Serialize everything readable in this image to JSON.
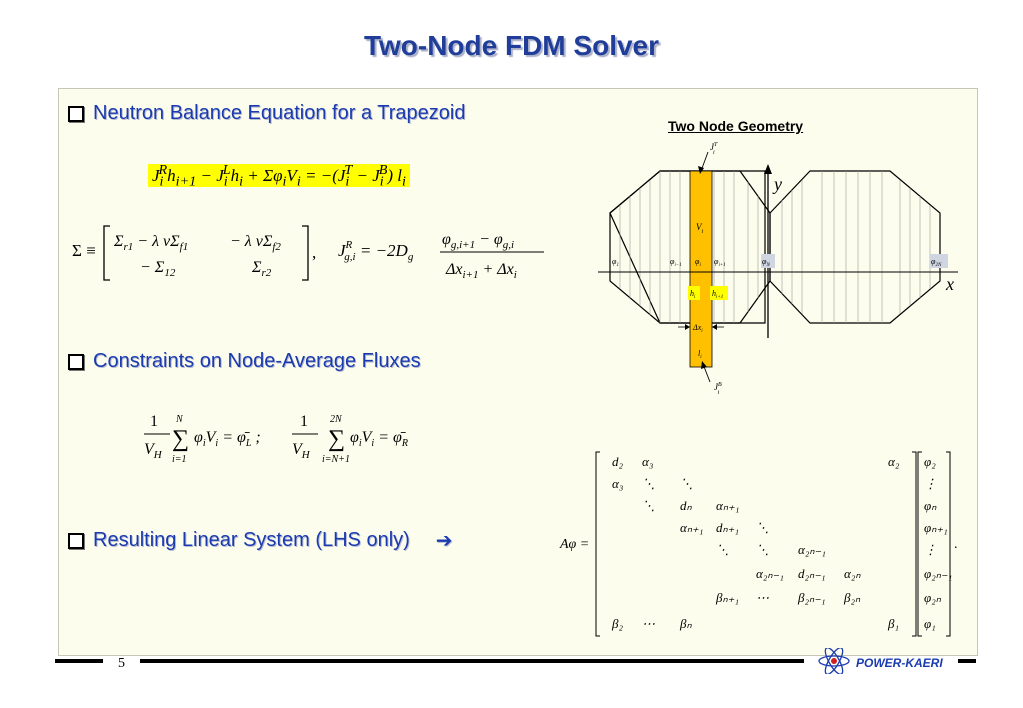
{
  "title": "Two-Node FDM Solver",
  "bullets": [
    {
      "text": "Neutron Balance Equation for a Trapezoid"
    },
    {
      "text": "Constraints on Node-Average Fluxes"
    },
    {
      "text": "Resulting Linear System (LHS only)",
      "trailing_icon": "right-arrow-icon"
    }
  ],
  "geometry": {
    "title": "Two Node Geometry",
    "axis_y": "y",
    "axis_x": "x",
    "labels": {
      "JT": "J",
      "JT_sup": "T",
      "JT_sub": "i",
      "JB": "J",
      "JB_sup": "B",
      "JB_sub": "i",
      "Vi": "V",
      "Vi_sub": "i",
      "phi1": "φ",
      "phi1_sub": "1",
      "phi_im1": "φ",
      "phi_im1_sub": "i−1",
      "phi_i": "φ",
      "phi_i_sub": "i",
      "phi_ip1": "φ",
      "phi_ip1_sub": "i+1",
      "phiN": "φ",
      "phiN_sub": "N",
      "phi2N": "φ",
      "phi2N_sub": "2N",
      "hi": "h",
      "hi_sub": "i",
      "hip1": "h",
      "hip1_sub": "i+1",
      "dxi": "Δx",
      "dxi_sub": "i",
      "li": "l",
      "li_sub": "i"
    }
  },
  "matrix": {
    "lhs": "Aφ =",
    "rows": [
      [
        "d₂",
        "α₃",
        "",
        "",
        "",
        "",
        "",
        "α₂"
      ],
      [
        "α₃",
        "⋱",
        "⋱",
        "",
        "",
        "",
        "",
        ""
      ],
      [
        "",
        "⋱",
        "dₙ",
        "αₙ₊₁",
        "",
        "",
        "",
        ""
      ],
      [
        "",
        "",
        "αₙ₊₁",
        "dₙ₊₁",
        "⋱",
        "",
        "",
        ""
      ],
      [
        "",
        "",
        "",
        "⋱",
        "⋱",
        "α₂ₙ₋₁",
        "",
        ""
      ],
      [
        "",
        "",
        "",
        "",
        "α₂ₙ₋₁",
        "d₂ₙ₋₁",
        "α₂ₙ",
        ""
      ],
      [
        "",
        "",
        "",
        "βₙ₊₁",
        "⋯",
        "β₂ₙ₋₁",
        "β₂ₙ",
        ""
      ],
      [
        "β₂",
        "⋯",
        "βₙ",
        "",
        "",
        "",
        "",
        "β₁"
      ]
    ],
    "vector": [
      "φ₂",
      "⋮",
      "φₙ",
      "φₙ₊₁",
      "⋮",
      "φ₂ₙ₋₁",
      "φ₂ₙ",
      "φ₁"
    ],
    "trail": "."
  },
  "footer": {
    "page_number": "5",
    "logo_text": "POWER-KAERI"
  },
  "colors": {
    "title": "#1f3d99",
    "bullet_text": "#1a3bb0",
    "panel_bg": "#fdfdee",
    "highlight": "#ffff00",
    "node_fill": "#ffc000"
  }
}
